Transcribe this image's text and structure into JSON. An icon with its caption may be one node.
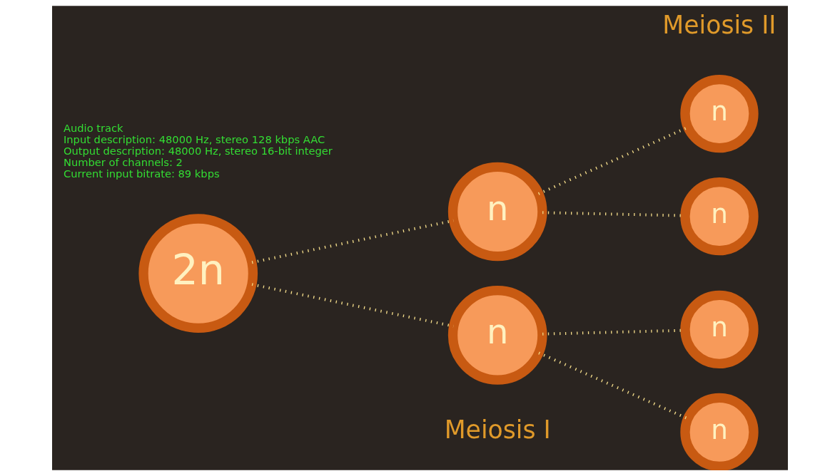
{
  "diagram": {
    "nodes": [
      {
        "text": [
          "2n"
        ]
      },
      {
        "text": [
          "n"
        ]
      },
      {
        "text": [
          "n"
        ]
      },
      {
        "text": [
          "n"
        ]
      },
      {
        "text": [
          "n"
        ]
      },
      {
        "text": [
          "n"
        ]
      },
      {
        "text": [
          "n"
        ]
      }
    ],
    "edges": [
      {
        "from": 0,
        "to": 1,
        "arrow": "none"
      },
      {
        "from": 0,
        "to": 2,
        "arrow": "none"
      },
      {
        "from": 1,
        "to": 3,
        "arrow": "none"
      },
      {
        "from": 1,
        "to": 4,
        "arrow": "none"
      },
      {
        "from": 2,
        "to": 5,
        "arrow": "none"
      },
      {
        "from": 2,
        "to": 6,
        "arrow": "none"
      }
    ],
    "labels": [
      "Audio track",
      "Input description: 48000 Hz, stereo 128 kbps AAC",
      "Output description: 48000 Hz, stereo 16-bit integer",
      "Number of channels: 2",
      "Current input bitrate: 89 kbps",
      "Meiosis I",
      "Meiosis II"
    ]
  }
}
